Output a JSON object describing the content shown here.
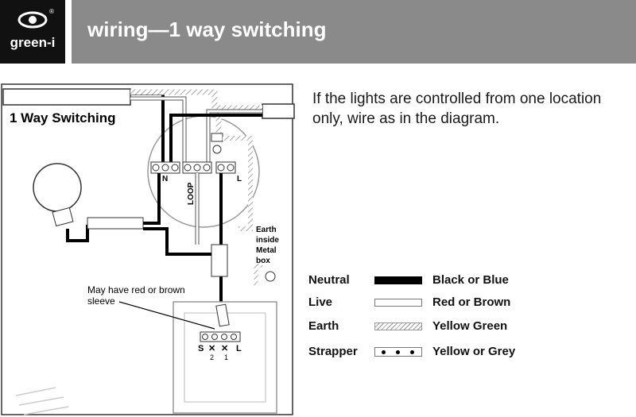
{
  "logo": {
    "brand": "green-i",
    "reg": "®",
    "icon": "eye-logo-icon"
  },
  "header": {
    "title": "wiring—1 way switching"
  },
  "description": "If the lights are controlled from one location only, wire as in the diagram.",
  "diagram": {
    "title": "1 Way Switching",
    "terminal_n": "N",
    "terminal_loop": "LOOP",
    "terminal_l": "L",
    "earth_note_1": "Earth",
    "earth_note_2": "inside",
    "earth_note_3": "Metal",
    "earth_note_4": "box",
    "sleeve_note_1": "May have red or brown",
    "sleeve_note_2": "sleeve",
    "switch_s": "S",
    "switch_l": "L",
    "switch_2": "2",
    "switch_1": "1"
  },
  "legend": [
    {
      "name": "Neutral",
      "color": "Black or Blue",
      "style": "black"
    },
    {
      "name": "Live",
      "color": "Red or Brown",
      "style": "white"
    },
    {
      "name": "Earth",
      "color": "Yellow Green",
      "style": "hatched"
    },
    {
      "name": "Strapper",
      "color": "Yellow or Grey",
      "style": "dotted"
    }
  ]
}
